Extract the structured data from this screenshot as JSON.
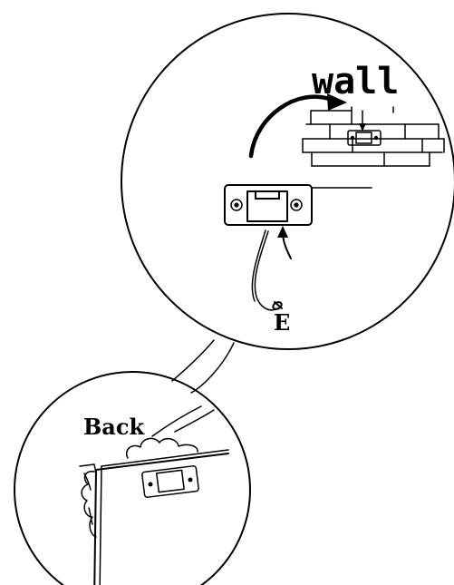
{
  "labels": {
    "wall": "wall",
    "back": "Back",
    "earth": "E"
  }
}
